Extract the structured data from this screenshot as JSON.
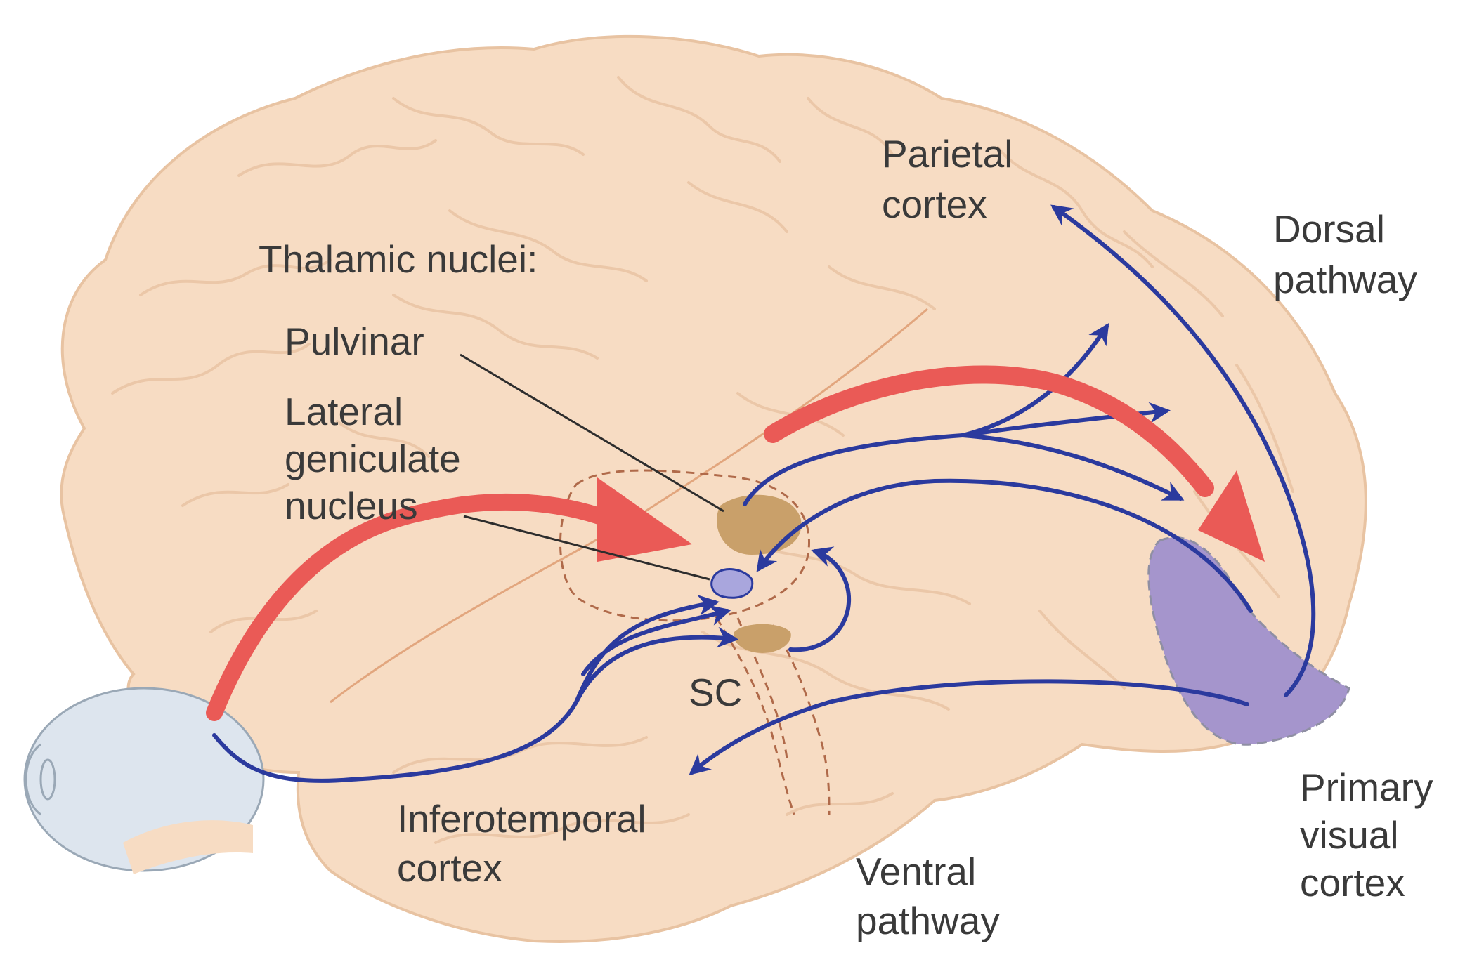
{
  "labels": {
    "parietal_cortex": [
      "Parietal",
      "cortex"
    ],
    "dorsal_pathway": [
      "Dorsal",
      "pathway"
    ],
    "thalamic_nuclei": "Thalamic nuclei:",
    "pulvinar": "Pulvinar",
    "lgn": [
      "Lateral",
      "geniculate",
      "nucleus"
    ],
    "sc": "SC",
    "inferotemporal_cortex": [
      "Inferotemporal",
      "cortex"
    ],
    "ventral_pathway": [
      "Ventral",
      "pathway"
    ],
    "primary_visual_cortex": [
      "Primary",
      "visual",
      "cortex"
    ]
  },
  "colors": {
    "brain_fill": "#f7dcc3",
    "brain_outline": "#e8c3a2",
    "gyri": "#ebc7a8",
    "pathway_arrow": "#2b3a9e",
    "highlight_arrow": "#ea5a56",
    "thalamic_nucleus": "#c9a06a",
    "lgn_fill": "#a9a6dd",
    "v1_fill": "#a595cc",
    "eye_fill": "#dde5ee",
    "eye_outline": "#9aa8b6",
    "dashed_outline": "#b06a4a",
    "label_text": "#3a3a3a"
  }
}
